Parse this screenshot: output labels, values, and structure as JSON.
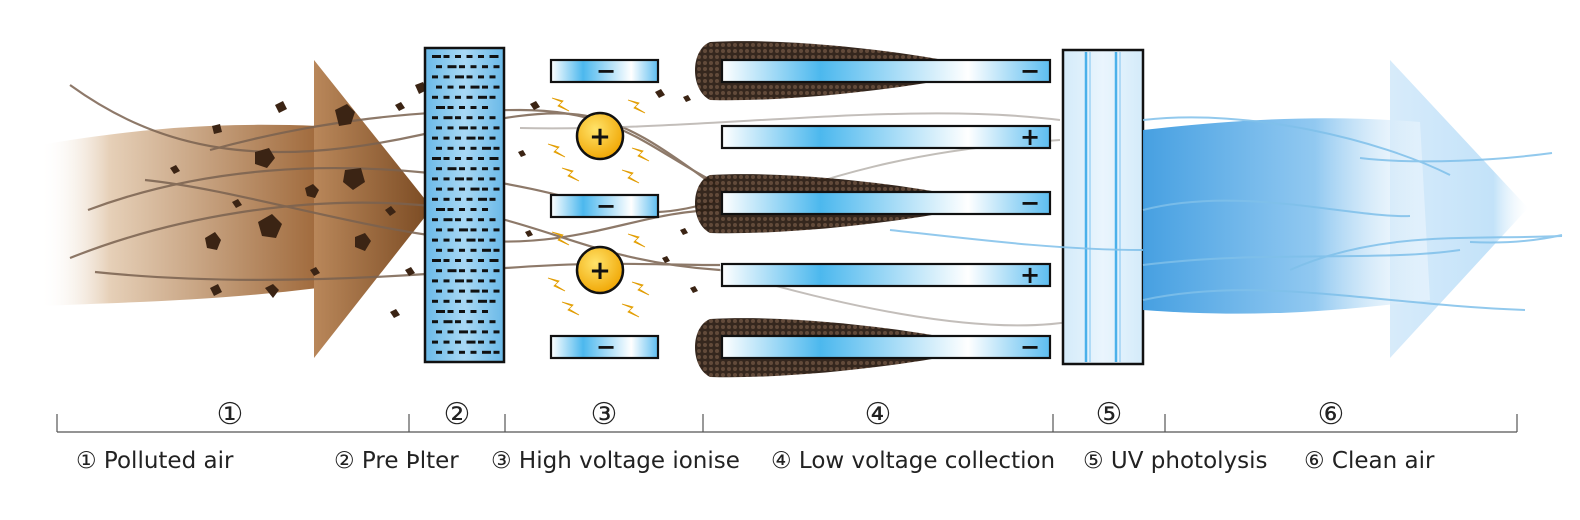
{
  "stages": [
    {
      "num": "①",
      "label": "① Polluted air",
      "color": "#8a5a32"
    },
    {
      "num": "②",
      "label": "② Pre Þlter",
      "color": "#7fc3e8"
    },
    {
      "num": "③",
      "label": "③ High voltage ionise",
      "color": "#f5b400"
    },
    {
      "num": "④",
      "label": "④ Low voltage collection",
      "color": "#4fb8ec"
    },
    {
      "num": "⑤",
      "label": "⑤ UV photolysis",
      "color": "#cfe8f7"
    },
    {
      "num": "⑥",
      "label": "⑥ Clean air",
      "color": "#4aa3e0"
    }
  ],
  "ioniser_plates": [
    "−",
    "−",
    "−"
  ],
  "ion_charges": [
    "+",
    "+"
  ],
  "collector_plates": [
    "−",
    "+",
    "−",
    "+",
    "−"
  ],
  "icons": {
    "dirty_arrow": "polluted-air-arrow-icon",
    "clean_arrow": "clean-air-arrow-icon",
    "particle": "dust-particle-icon",
    "spark": "spark-icon",
    "dust_cloud": "collected-dust-icon"
  }
}
